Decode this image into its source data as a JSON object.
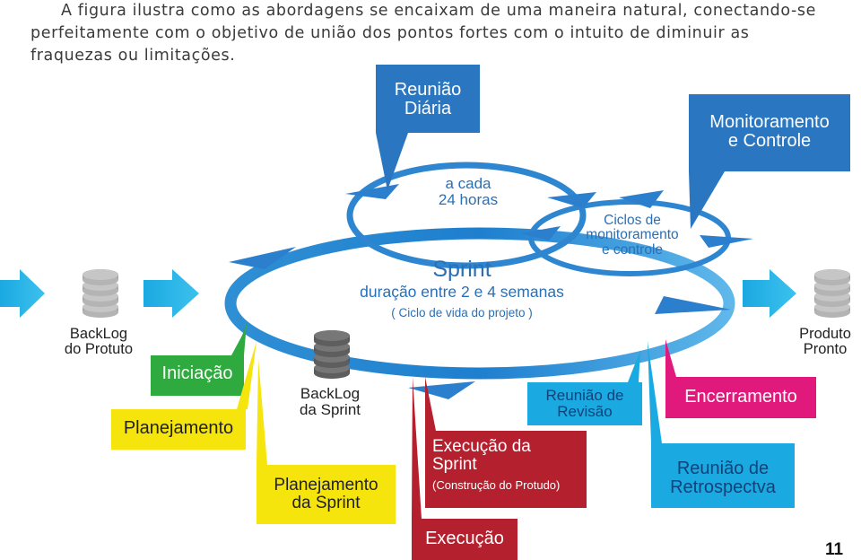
{
  "intro": {
    "line1": "A figura ilustra como as abordagens se encaixam de uma maneira natural, conectando-se",
    "line2": "perfeitamente com o objetivo de união dos pontos fortes com o intuito de diminuir as",
    "line3": "fraquezas ou limitações."
  },
  "labels": {
    "reuniao_diaria_1": "Reunião",
    "reuniao_diaria_2": "Diária",
    "monitoramento_1": "Monitoramento",
    "monitoramento_2": "e Controle",
    "cada_1": "a cada",
    "cada_2": "24 horas",
    "ciclos_1": "Ciclos de",
    "ciclos_2": "monitoramento",
    "ciclos_3": "e controle",
    "sprint": "Sprint",
    "duracao": "duração entre 2 e 4 semanas",
    "ciclo_vida": "( Ciclo de vida do projeto )",
    "backlog_produto_1": "BackLog",
    "backlog_produto_2": "do Protuto",
    "produto_pronto_1": "Produto",
    "produto_pronto_2": "Pronto",
    "iniciacao": "Iniciação",
    "planejamento": "Planejamento",
    "backlog_sprint_1": "BackLog",
    "backlog_sprint_2": "da Sprint",
    "planejamento_sprint_1": "Planejamento",
    "planejamento_sprint_2": "da Sprint",
    "execucao_sprint_1": "Execução da",
    "execucao_sprint_2": "Sprint",
    "construcao": "(Construção do Protudo)",
    "execucao": "Execução",
    "reuniao_revisao_1": "Reunião de",
    "reuniao_revisao_2": "Revisão",
    "encerramento": "Encerramento",
    "retrospectiva_1": "Reunião de",
    "retrospectiva_2": "Retrospectva"
  },
  "page_number": "11",
  "colors": {
    "blue": "#2b76c0",
    "cycle": "#2f8fd4",
    "green": "#2eaa3e",
    "yellow": "#f6e50c",
    "red": "#b5202e",
    "magenta": "#e2197d",
    "cyan": "#1ba9e1",
    "gray": "#a8a8a8"
  }
}
